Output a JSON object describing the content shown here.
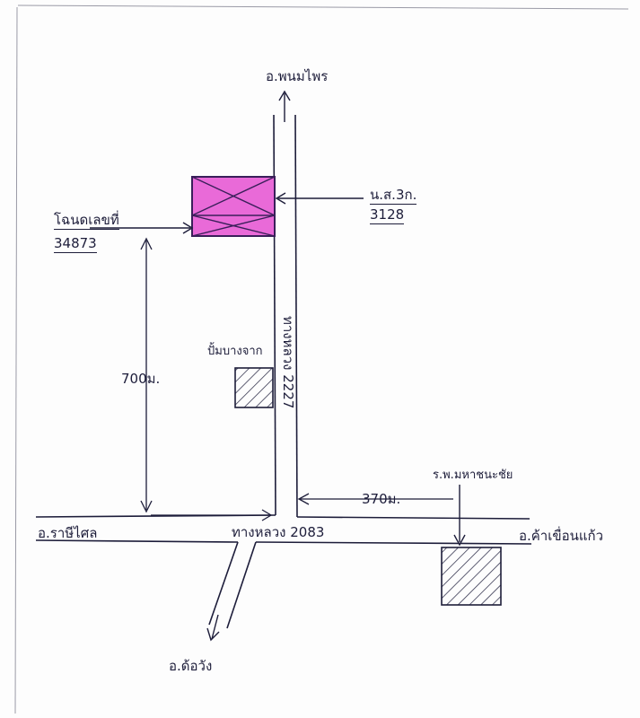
{
  "labels": {
    "north_destination": "อ.พนมไพร",
    "west_destination": "อ.ราษีไศล",
    "east_destination": "อ.ค้าเขื่อนแก้ว",
    "south_destination": "อ.ด้อวัง",
    "left_plot_name": "โฉนดเลขที่",
    "left_plot_number": "34873",
    "right_plot_name": "น.ส.3ก.",
    "right_plot_number": "3128",
    "gas_station": "ปั้มบางจาก",
    "hospital": "ร.พ.มหาชนะชัย",
    "north_road": "ทางหลวง 2227",
    "main_road": "ทางหลวง 2083",
    "distance_vertical": "700ม.",
    "distance_horizontal": "370ม."
  },
  "colors": {
    "ink": "#1d1d3a",
    "plot_fill": "#e96ad8",
    "plot_stroke": "#3a1f5a"
  },
  "icons": {
    "gas_station": "hatched-square",
    "hospital": "hatched-square",
    "arrows": "pen-arrow"
  }
}
